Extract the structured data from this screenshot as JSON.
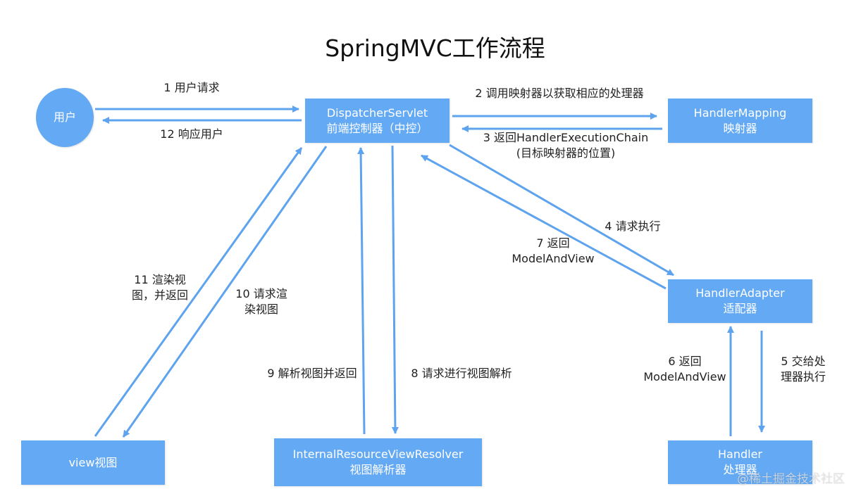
{
  "title": "SpringMVC工作流程",
  "colors": {
    "node": "#64a9f3",
    "arrow": "#5ea3ee"
  },
  "nodes": {
    "user": {
      "line1": "用户"
    },
    "dispatcher": {
      "line1": "DispatcherServlet",
      "line2": "前端控制器（中控）"
    },
    "mapping": {
      "line1": "HandlerMapping",
      "line2": "映射器"
    },
    "adapter": {
      "line1": "HandlerAdapter",
      "line2": "适配器"
    },
    "handler": {
      "line1": "Handler",
      "line2": "处理器"
    },
    "view": {
      "line1": "view视图"
    },
    "resolver": {
      "line1": "InternalResourceViewResolver",
      "line2": "视图解析器"
    }
  },
  "edges": {
    "e1": {
      "line1": "1 用户请求"
    },
    "e2": {
      "line1": "2 调用映射器以获取相应的处理器"
    },
    "e3": {
      "line1": "3 返回HandlerExecutionChain",
      "line2": "(目标映射器的位置)"
    },
    "e4": {
      "line1": "4 请求执行"
    },
    "e5": {
      "line1": "5 交给处",
      "line2": "理器执行"
    },
    "e6": {
      "line1": "6 返回",
      "line2": "ModelAndView"
    },
    "e7": {
      "line1": "7 返回",
      "line2": "ModelAndView"
    },
    "e8": {
      "line1": "8 请求进行视图解析"
    },
    "e9": {
      "line1": "9 解析视图并返回"
    },
    "e10": {
      "line1": "10 请求渲",
      "line2": "染视图"
    },
    "e11": {
      "line1": "11 渲染视",
      "line2": "图，并返回"
    },
    "e12": {
      "line1": "12 响应用户"
    }
  },
  "watermark": "@稀土掘金技术社区"
}
